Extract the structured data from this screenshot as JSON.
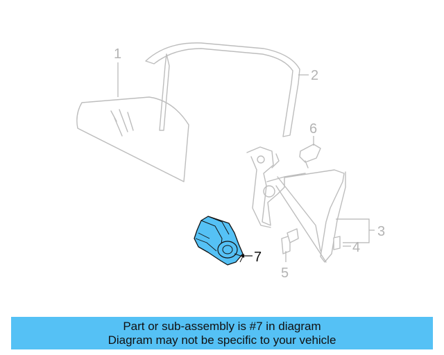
{
  "diagram": {
    "callouts": {
      "c1": "1",
      "c2": "2",
      "c3": "3",
      "c4": "4",
      "c5": "5",
      "c6": "6",
      "c7": "7"
    },
    "highlighted_part": "7",
    "highlight_color": "#55c1f5",
    "line_color": "#bdbdbd"
  },
  "banner": {
    "line1": "Part or sub-assembly is #7 in diagram",
    "line2": "Diagram may not be specific to your vehicle",
    "background": "#55c1f5"
  }
}
